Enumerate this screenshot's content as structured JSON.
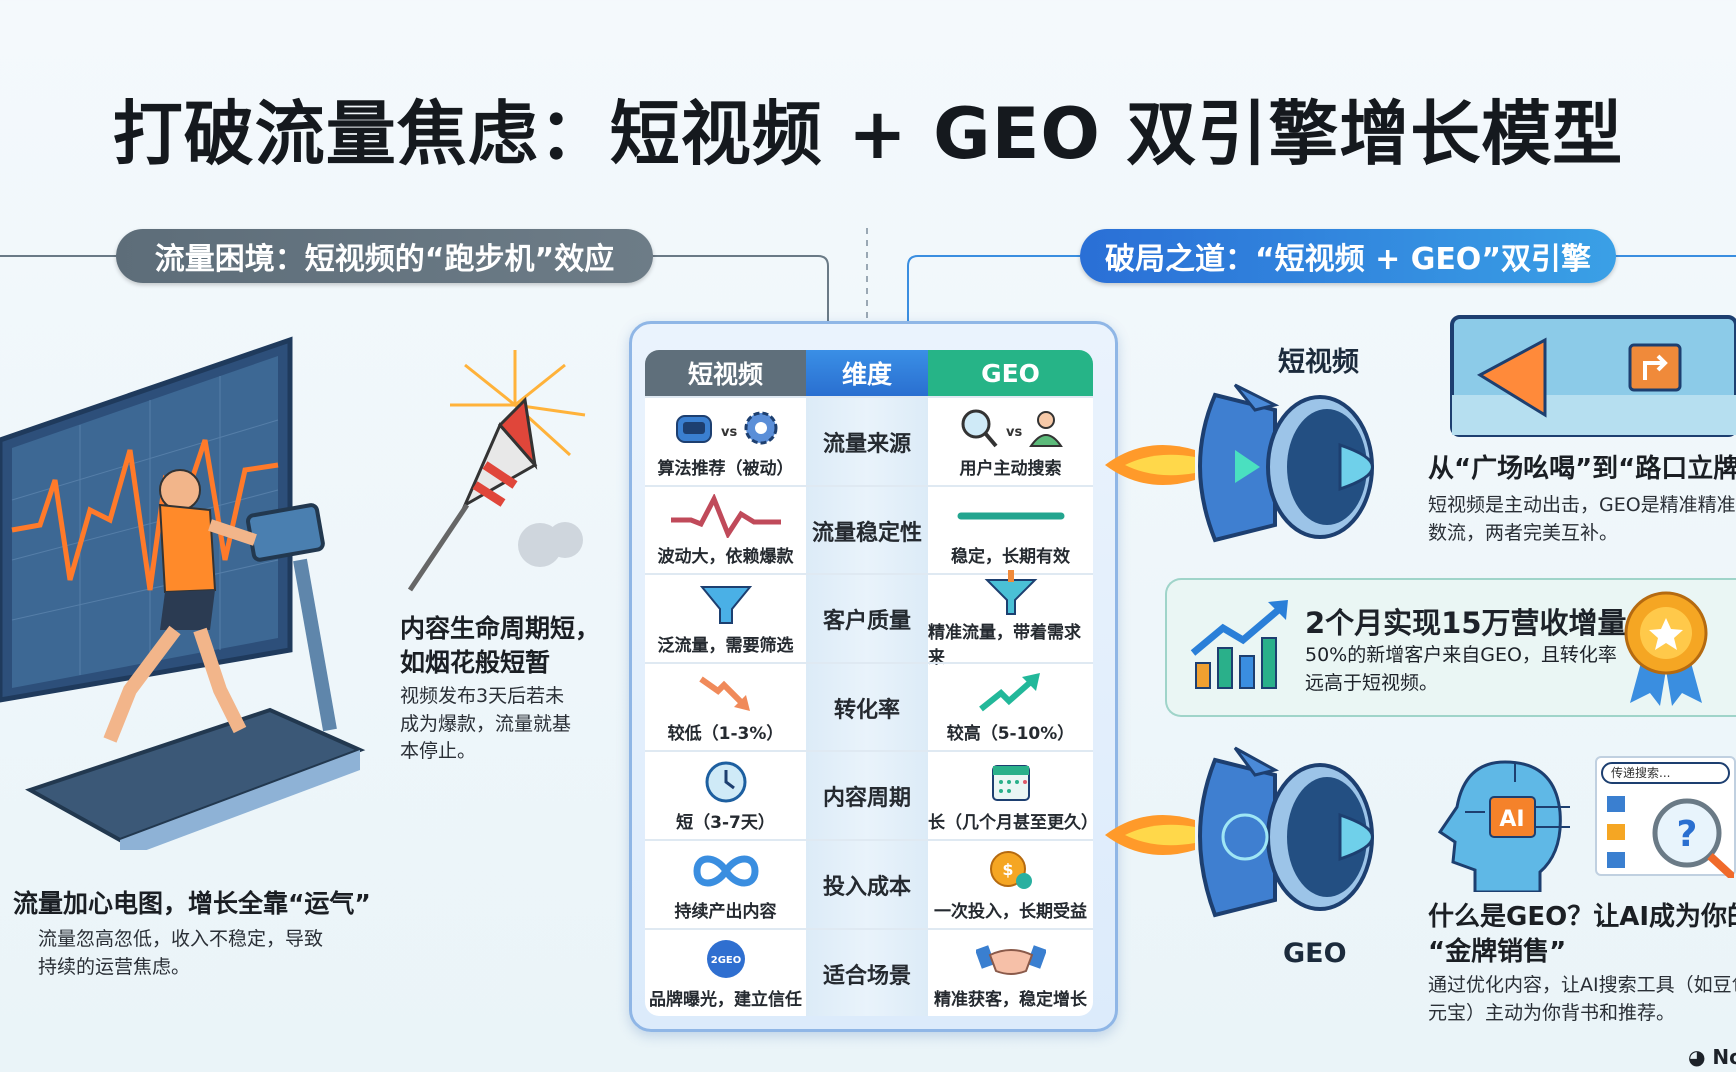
{
  "title": "打破流量焦虑：短视频 + GEO 双引擎增长模型",
  "left": {
    "pill": "流量困境：短视频的“跑步机”效应",
    "firework_title": [
      "内容生命周期短，",
      "如烟花般短暂"
    ],
    "firework_body": [
      "视频发布3天后若未",
      "成为爆款，流量就基",
      "本停止。"
    ],
    "heart_title": "流量加心电图，增长全靠“运气”",
    "heart_body": [
      "流量忽高忽低，收入不稳定，导致",
      "持续的运营焦虑。"
    ]
  },
  "right": {
    "pill": "破局之道：“短视频 + GEO”双引擎",
    "engine1_label": "短视频",
    "engine2_label": "GEO",
    "combo_title": "从“广场吆喝”到“路口立牌”",
    "combo_body": [
      "短视频是主动出击，GEO是精准精准",
      "数流，两者完美互补。"
    ],
    "result_title": "2个月实现15万营收增量",
    "result_body": [
      "50%的新增客户来自GEO，且转化率",
      "远高于短视频。"
    ],
    "geo_title": [
      "什么是GEO？让AI成为你的",
      "“金牌销售”"
    ],
    "geo_body": [
      "通过优化内容，让AI搜索工具（如豆包",
      "元宝）主动为你背书和推荐。"
    ],
    "search_placeholder": "传递搜索...",
    "ai_badge": "AI",
    "watermark": "No"
  },
  "table": {
    "headers": [
      "短视频",
      "维度",
      "GEO"
    ],
    "header_colors": [
      "#5f6f7b",
      "#2f7fd8",
      "#26b487"
    ],
    "rows": [
      {
        "dim": "流量来源",
        "short": "算法推荐（被动）",
        "geo": "用户主动搜索",
        "short_icon": "robot-vs-gear-icon",
        "geo_icon": "magnifier-vs-user-icon",
        "vs": "vs"
      },
      {
        "dim": "流量稳定性",
        "short": "波动大，依赖爆款",
        "geo": "稳定，长期有效",
        "short_icon": "wave-icon",
        "geo_icon": "flat-line-icon"
      },
      {
        "dim": "客户质量",
        "short": "泛流量，需要筛选",
        "geo": "精准流量，带着需求来",
        "short_icon": "funnel-icon",
        "geo_icon": "precise-funnel-icon"
      },
      {
        "dim": "转化率",
        "short": "较低（1-3%）",
        "geo": "较高（5-10%）",
        "short_icon": "trend-down-icon",
        "geo_icon": "trend-up-icon"
      },
      {
        "dim": "内容周期",
        "short": "短（3-7天）",
        "geo": "长（几个月甚至更久）",
        "short_icon": "clock-icon",
        "geo_icon": "calendar-icon"
      },
      {
        "dim": "投入成本",
        "short": "持续产出内容",
        "geo": "一次投入，长期受益",
        "short_icon": "infinity-icon",
        "geo_icon": "coin-icon"
      },
      {
        "dim": "适合场景",
        "short": "品牌曝光，建立信任",
        "geo": "精准获客，稳定增长",
        "short_icon": "brand-badge-icon",
        "geo_icon": "handshake-icon",
        "badge": "2GEO"
      }
    ]
  }
}
